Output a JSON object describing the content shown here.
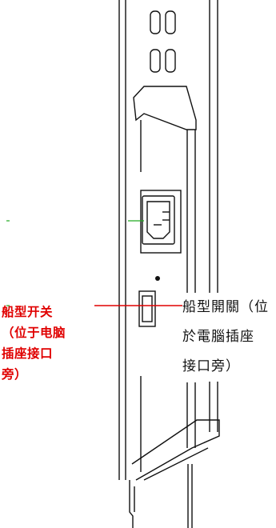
{
  "labels": {
    "simplified": [
      "船型开关",
      "（位于电脑",
      "插座接口",
      "旁）"
    ],
    "traditional": [
      "船型開關（位",
      "於電腦插座",
      "接口旁）"
    ]
  },
  "colors": {
    "annotation_red": "#e00000",
    "annotation_green": "#22aa22",
    "line_black": "#111111"
  }
}
